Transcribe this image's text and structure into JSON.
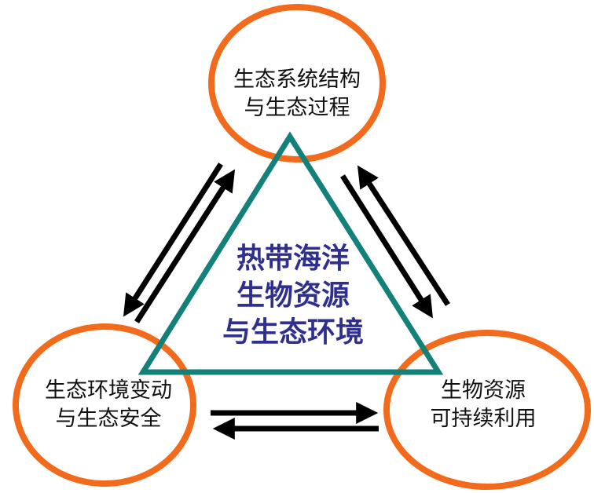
{
  "colors": {
    "ellipse": "#f26a1b",
    "triangle": "#14807a",
    "center_text": "#2f2f8e",
    "arrow": "#000000"
  },
  "center": {
    "lines": [
      "热带海洋",
      "生物资源",
      "与生态环境"
    ]
  },
  "nodes": {
    "top": {
      "lines": [
        "生态系统结构",
        "与生态过程"
      ]
    },
    "left": {
      "lines": [
        "生态环境变动",
        "与生态安全"
      ]
    },
    "right": {
      "lines": [
        "生物资源",
        "可持续利用"
      ]
    }
  }
}
